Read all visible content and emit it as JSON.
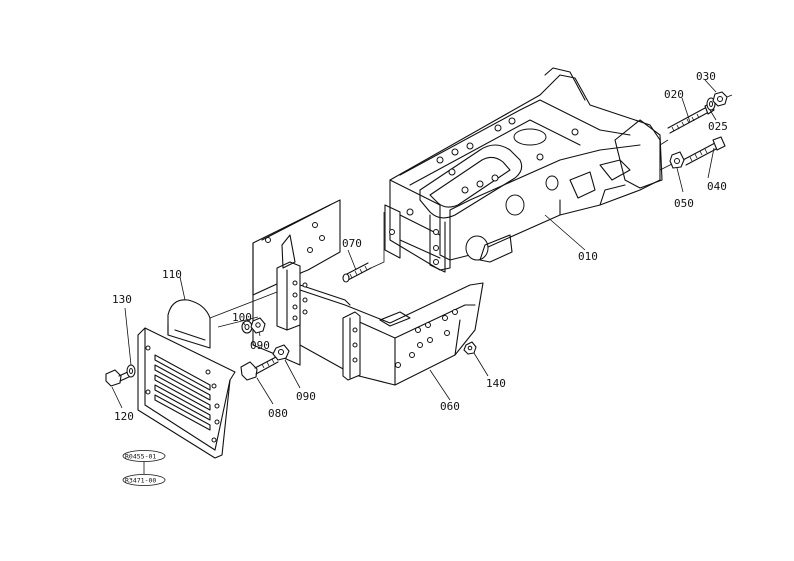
{
  "labels": {
    "p010": "010",
    "p020": "020",
    "p025": "025",
    "p030": "030",
    "p040": "040",
    "p050": "050",
    "p060": "060",
    "p070": "070",
    "p080": "080",
    "p090a": "090",
    "p090b": "090",
    "p100": "100",
    "p110": "110",
    "p120": "120",
    "p130": "130",
    "p140": "140"
  },
  "refs": {
    "ref1": "R0455-01",
    "ref2": "R3471-00"
  }
}
